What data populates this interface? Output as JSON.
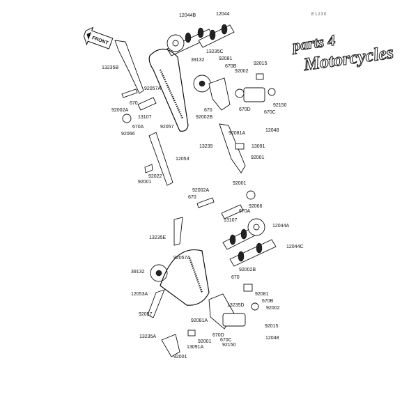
{
  "diagram": {
    "reference_code": "E1230",
    "watermark": {
      "line1": "parts 4",
      "line2": "Motorcycles"
    },
    "front_arrow": {
      "text": "FRONT"
    },
    "labels_upper": [
      {
        "id": "u1",
        "text": "12044B"
      },
      {
        "id": "u2",
        "text": "12044"
      },
      {
        "id": "u3",
        "text": "13235C"
      },
      {
        "id": "u4",
        "text": "39132"
      },
      {
        "id": "u5",
        "text": "92081"
      },
      {
        "id": "u6",
        "text": "670B"
      },
      {
        "id": "u7",
        "text": "92002"
      },
      {
        "id": "u8",
        "text": "92015"
      },
      {
        "id": "u9",
        "text": "13235B"
      },
      {
        "id": "u10",
        "text": "92057A"
      },
      {
        "id": "u11",
        "text": "670"
      },
      {
        "id": "u12",
        "text": "92002A"
      },
      {
        "id": "u13",
        "text": "13107"
      },
      {
        "id": "u14",
        "text": "670"
      },
      {
        "id": "u15",
        "text": "92002B"
      },
      {
        "id": "u16",
        "text": "670D"
      },
      {
        "id": "u17",
        "text": "92150"
      },
      {
        "id": "u18",
        "text": "670C"
      },
      {
        "id": "u19",
        "text": "92057"
      },
      {
        "id": "u20",
        "text": "670A"
      },
      {
        "id": "u21",
        "text": "92066"
      },
      {
        "id": "u22",
        "text": "92081A"
      },
      {
        "id": "u23",
        "text": "12048"
      },
      {
        "id": "u24",
        "text": "13235"
      },
      {
        "id": "u25",
        "text": "13091"
      },
      {
        "id": "u26",
        "text": "12053"
      },
      {
        "id": "u27",
        "text": "92001"
      },
      {
        "id": "u28",
        "text": "92022"
      },
      {
        "id": "u29",
        "text": "92001"
      },
      {
        "id": "u30",
        "text": "92001"
      }
    ],
    "labels_lower": [
      {
        "id": "l1",
        "text": "92002A"
      },
      {
        "id": "l2",
        "text": "670"
      },
      {
        "id": "l3",
        "text": "670A"
      },
      {
        "id": "l4",
        "text": "92066"
      },
      {
        "id": "l5",
        "text": "13107"
      },
      {
        "id": "l6",
        "text": "12044A"
      },
      {
        "id": "l7",
        "text": "13235E"
      },
      {
        "id": "l8",
        "text": "12044C"
      },
      {
        "id": "l9",
        "text": "92057A"
      },
      {
        "id": "l10",
        "text": "39132"
      },
      {
        "id": "l11",
        "text": "92002B"
      },
      {
        "id": "l12",
        "text": "670"
      },
      {
        "id": "l13",
        "text": "12053A"
      },
      {
        "id": "l14",
        "text": "92081"
      },
      {
        "id": "l15",
        "text": "670B"
      },
      {
        "id": "l16",
        "text": "13235D"
      },
      {
        "id": "l17",
        "text": "92002"
      },
      {
        "id": "l18",
        "text": "92057"
      },
      {
        "id": "l19",
        "text": "92081A"
      },
      {
        "id": "l20",
        "text": "92015"
      },
      {
        "id": "l21",
        "text": "670D"
      },
      {
        "id": "l22",
        "text": "13235A"
      },
      {
        "id": "l23",
        "text": "92001"
      },
      {
        "id": "l24",
        "text": "670C"
      },
      {
        "id": "l25",
        "text": "12048"
      },
      {
        "id": "l26",
        "text": "13091A"
      },
      {
        "id": "l27",
        "text": "92150"
      },
      {
        "id": "l28",
        "text": "92001"
      }
    ]
  }
}
